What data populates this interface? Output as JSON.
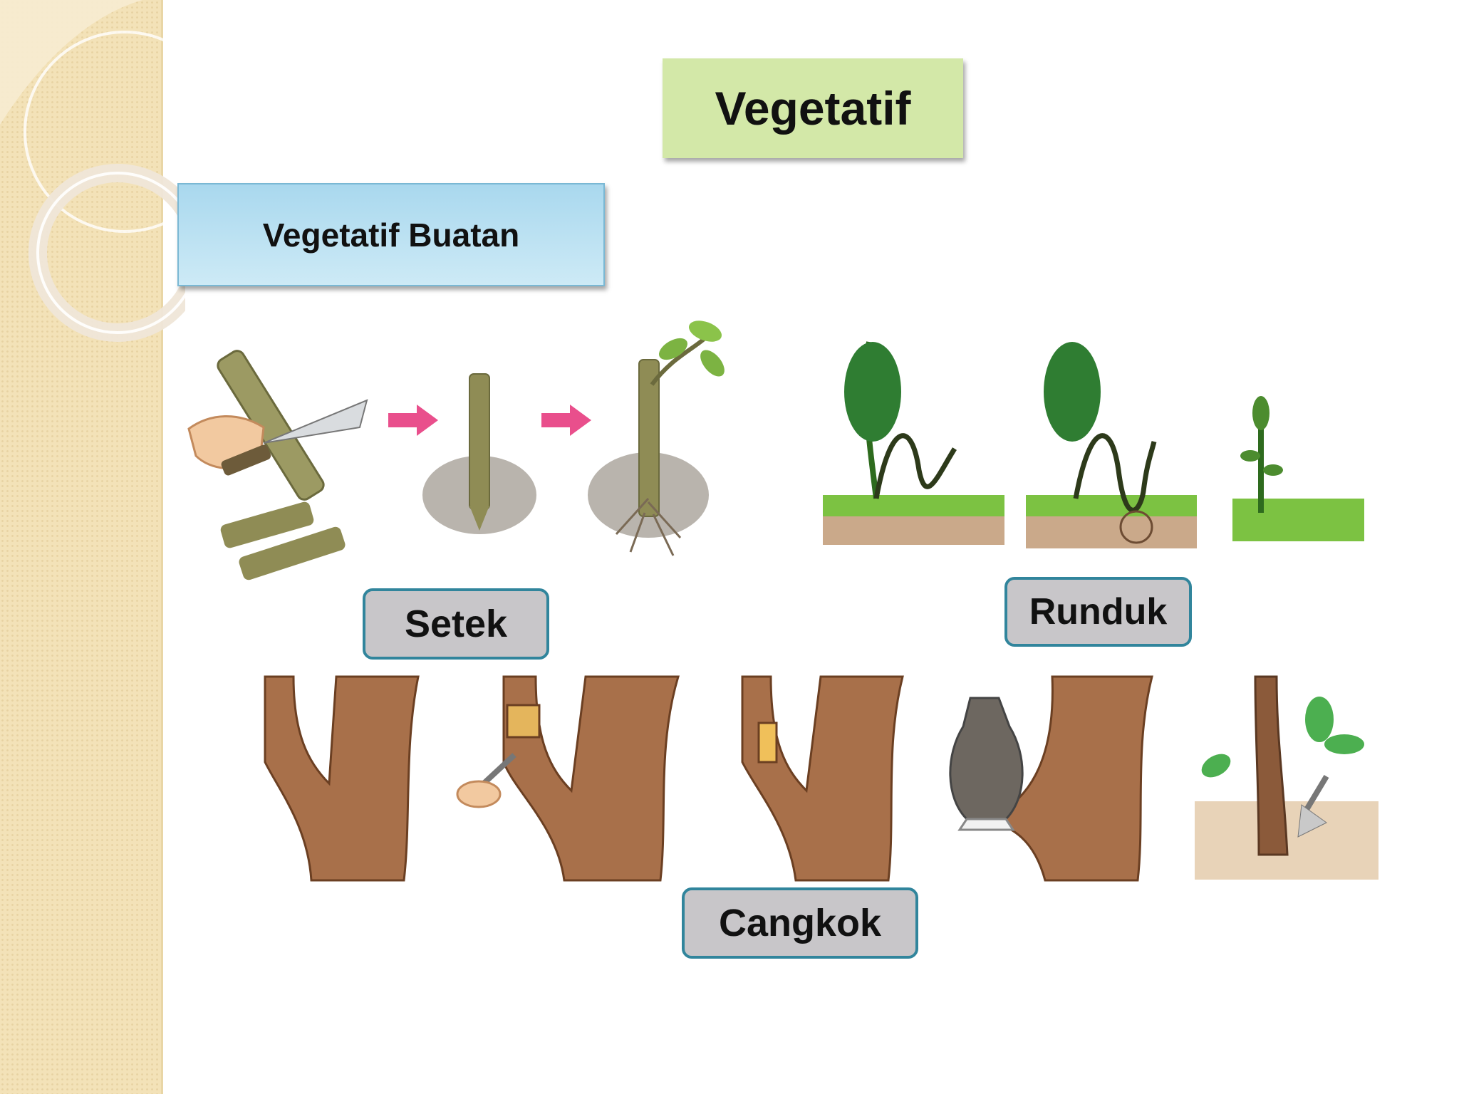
{
  "slide": {
    "title": "Vegetatif",
    "subtitle": "Vegetatif Buatan",
    "labels": {
      "setek": "Setek",
      "runduk": "Runduk",
      "cangkok": "Cangkok"
    },
    "colors": {
      "title_box": "#d3e8a8",
      "subtitle_box": "#a9d8ee",
      "label_box": "#c8c6c9",
      "label_border": "#31859c",
      "sidebar": "#f3e2b8"
    }
  }
}
